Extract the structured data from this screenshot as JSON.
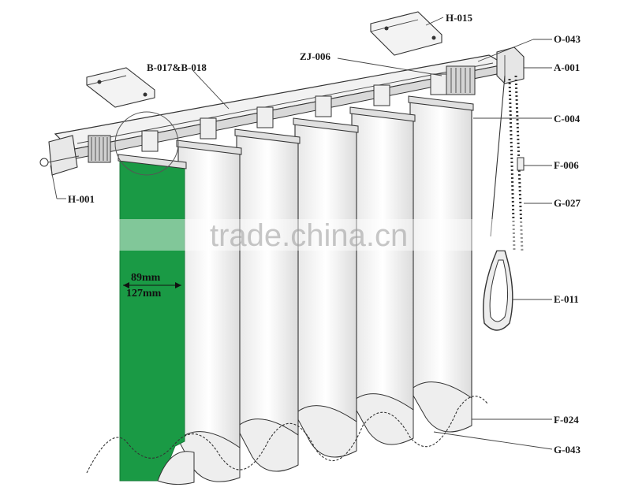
{
  "labels": {
    "h015": "H-015",
    "o043": "O-043",
    "zj006": "ZJ-006",
    "b017": "B-017&B-018",
    "a001": "A-001",
    "c004": "C-004",
    "f006": "F-006",
    "g027": "G-027",
    "h001": "H-001",
    "e011": "E-011",
    "f024": "F-024",
    "g043": "G-043"
  },
  "dimensions": {
    "width_small": "89mm",
    "width_large": "127mm"
  },
  "watermark": "trade.china.cn",
  "colors": {
    "accent_slat": "#1a9a45",
    "line": "#333333"
  }
}
